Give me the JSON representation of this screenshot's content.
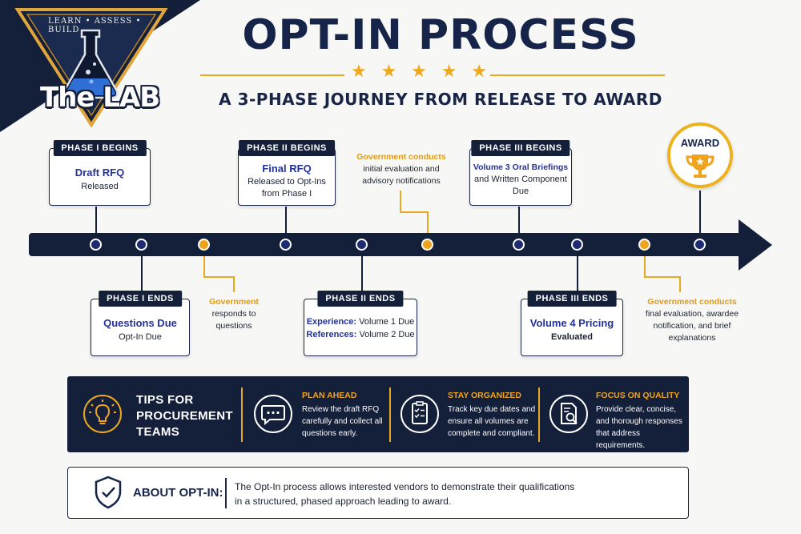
{
  "logo": {
    "tagline": "LEARN • ASSESS • BUILD",
    "wordmark": "The LAB"
  },
  "title": "OPT-IN PROCESS",
  "stars": [
    "★",
    "★",
    "★",
    "★",
    "★"
  ],
  "subtitle": "A 3-PHASE JOURNEY FROM RELEASE TO AWARD",
  "phase_cards": {
    "p1_begins": {
      "header": "PHASE I BEGINS",
      "main": "Draft RFQ",
      "sub": "Released"
    },
    "p1_ends": {
      "header": "PHASE I ENDS",
      "main": "Questions Due",
      "sub": "Opt-In Due"
    },
    "p2_begins": {
      "header": "PHASE II BEGINS",
      "main": "Final RFQ",
      "sub1": "Released to Opt-Ins",
      "sub2": "from Phase I"
    },
    "p2_ends": {
      "header": "PHASE II ENDS",
      "row1_label": "Experience:",
      "row1_value": "Volume 1 Due",
      "row2_label": "References:",
      "row2_value": "Volume 2 Due"
    },
    "p3_begins": {
      "header": "PHASE III BEGINS",
      "main": "Volume 3 Oral Briefings",
      "sub1": "and Written Component",
      "sub2": "Due"
    },
    "p3_ends": {
      "header": "PHASE III ENDS",
      "main": "Volume 4 Pricing",
      "sub": "Evaluated"
    }
  },
  "annotations": {
    "gov_responds": {
      "head": "Government",
      "line1": "responds to",
      "line2": "questions"
    },
    "gov_initial": {
      "head": "Government conducts",
      "line1": "initial evaluation and",
      "line2": "advisory notifications"
    },
    "gov_final": {
      "head": "Government conducts",
      "line1": "final evaluation, awardee",
      "line2": "notification, and brief",
      "line3": "explanations"
    }
  },
  "award": {
    "label": "AWARD"
  },
  "tips": {
    "title_line1": "TIPS FOR",
    "title_line2": "PROCUREMENT",
    "title_line3": "TEAMS",
    "items": [
      {
        "heading": "PLAN AHEAD",
        "line1": "Review the draft RFQ",
        "line2": "carefully and collect all",
        "line3": "questions early.",
        "icon": "chat-bubble-icon"
      },
      {
        "heading": "STAY ORGANIZED",
        "line1": "Track key due dates and",
        "line2": "ensure all volumes are",
        "line3": "complete and compliant.",
        "icon": "checklist-icon"
      },
      {
        "heading": "FOCUS ON QUALITY",
        "line1": "Provide clear, concise,",
        "line2": "and thorough responses",
        "line3": "that address requirements.",
        "icon": "document-search-icon"
      }
    ]
  },
  "about": {
    "title": "ABOUT OPT-IN:",
    "line1": "The Opt-In process allows interested vendors to demonstrate their qualifications",
    "line2": "in a structured, phased approach leading to award."
  },
  "colors": {
    "navy": "#141f3a",
    "gold": "#efa81c",
    "accent_blue": "#23329c",
    "background": "#f7f7f5"
  }
}
